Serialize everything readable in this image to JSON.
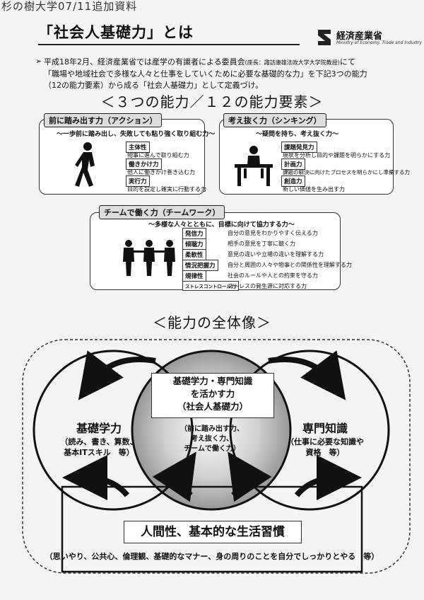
{
  "header_text": "杉の樹大学07/11追加資料",
  "title": "「社会人基礎力」とは",
  "logo": {
    "main": "経済産業省",
    "sub": "Ministry of Economy, Trade and Industry"
  },
  "intro": {
    "line1": "平成18年2月、経済産業省では産学の有識者による委員会",
    "line1_note": "(座長：諏訪康雄法政大学大学院教授)",
    "line1_end": "にて",
    "line2": "「職場や地域社会で多様な人々と仕事をしていくために必要な基礎的な力」を下記3つの能力",
    "line3": "（12の能力要素）から成る「社会人基礎力」として定義づけ。"
  },
  "section_3": "＜３つの能力／１２の能力要素＞",
  "abilities": {
    "action": {
      "tag": "前に踏み出す力（アクション）",
      "subtitle": "～一歩前に踏み出し、失敗しても粘り強く取り組む力～",
      "items": [
        {
          "label": "主体性",
          "desc": "物事に進んで取り組む力"
        },
        {
          "label": "働きかけ力",
          "desc": "他人に働きかけ巻き込む力"
        },
        {
          "label": "実行力",
          "desc": "目的を設定し確実に行動する力"
        }
      ]
    },
    "thinking": {
      "tag": "考え抜く力（シンキング）",
      "subtitle": "～疑問を持ち、考え抜く力～",
      "items": [
        {
          "label": "課題発見力",
          "desc": "現状を分析し目的や課題を明らかにする力"
        },
        {
          "label": "計画力",
          "desc": "課題の解決に向けたプロセスを明らかにし準備する力"
        },
        {
          "label": "創造力",
          "desc": "新しい価値を生み出す力"
        }
      ]
    },
    "teamwork": {
      "tag": "チームで働く力（チームワーク）",
      "subtitle": "～多様な人々とともに、目標に向けて協力する力～",
      "items": [
        {
          "label": "発信力",
          "desc": "自分の意見をわかりやすく伝える力"
        },
        {
          "label": "傾聴力",
          "desc": "相手の意見を丁寧に聴く力"
        },
        {
          "label": "柔軟性",
          "desc": "意見の違いや立場の違いを理解する力"
        },
        {
          "label": "情況把握力",
          "desc": "自分と周囲の人々や物事との関係性を理解する力"
        },
        {
          "label": "規律性",
          "desc": "社会のルールや人との約束を守る力"
        },
        {
          "label": "ストレスコントロール力",
          "desc": "ストレスの発生源に対応する力"
        }
      ]
    }
  },
  "section_all": "＜能力の全体像＞",
  "overview": {
    "center": {
      "line1": "基礎学力・専門知識",
      "line2": "を活かす力",
      "line3": "（社会人基礎力）"
    },
    "center_desc": {
      "line1": "（前に踏み出す力、",
      "line2": "考え抜く力、",
      "line3": "チームで働く力）"
    },
    "left": {
      "title": "基礎学力",
      "line1": "（読み、書き、算数、",
      "line2": "基本ITスキル　等）"
    },
    "right": {
      "title": "専門知識",
      "line1": "（仕事に必要な知識や",
      "line2": "資格　等）"
    },
    "base": {
      "title": "人間性、基本的な生活習慣",
      "desc": "（思いやり、公共心、倫理観、基礎的なマナー、身の周りのことを自分でしっかりとやる　等）"
    }
  }
}
